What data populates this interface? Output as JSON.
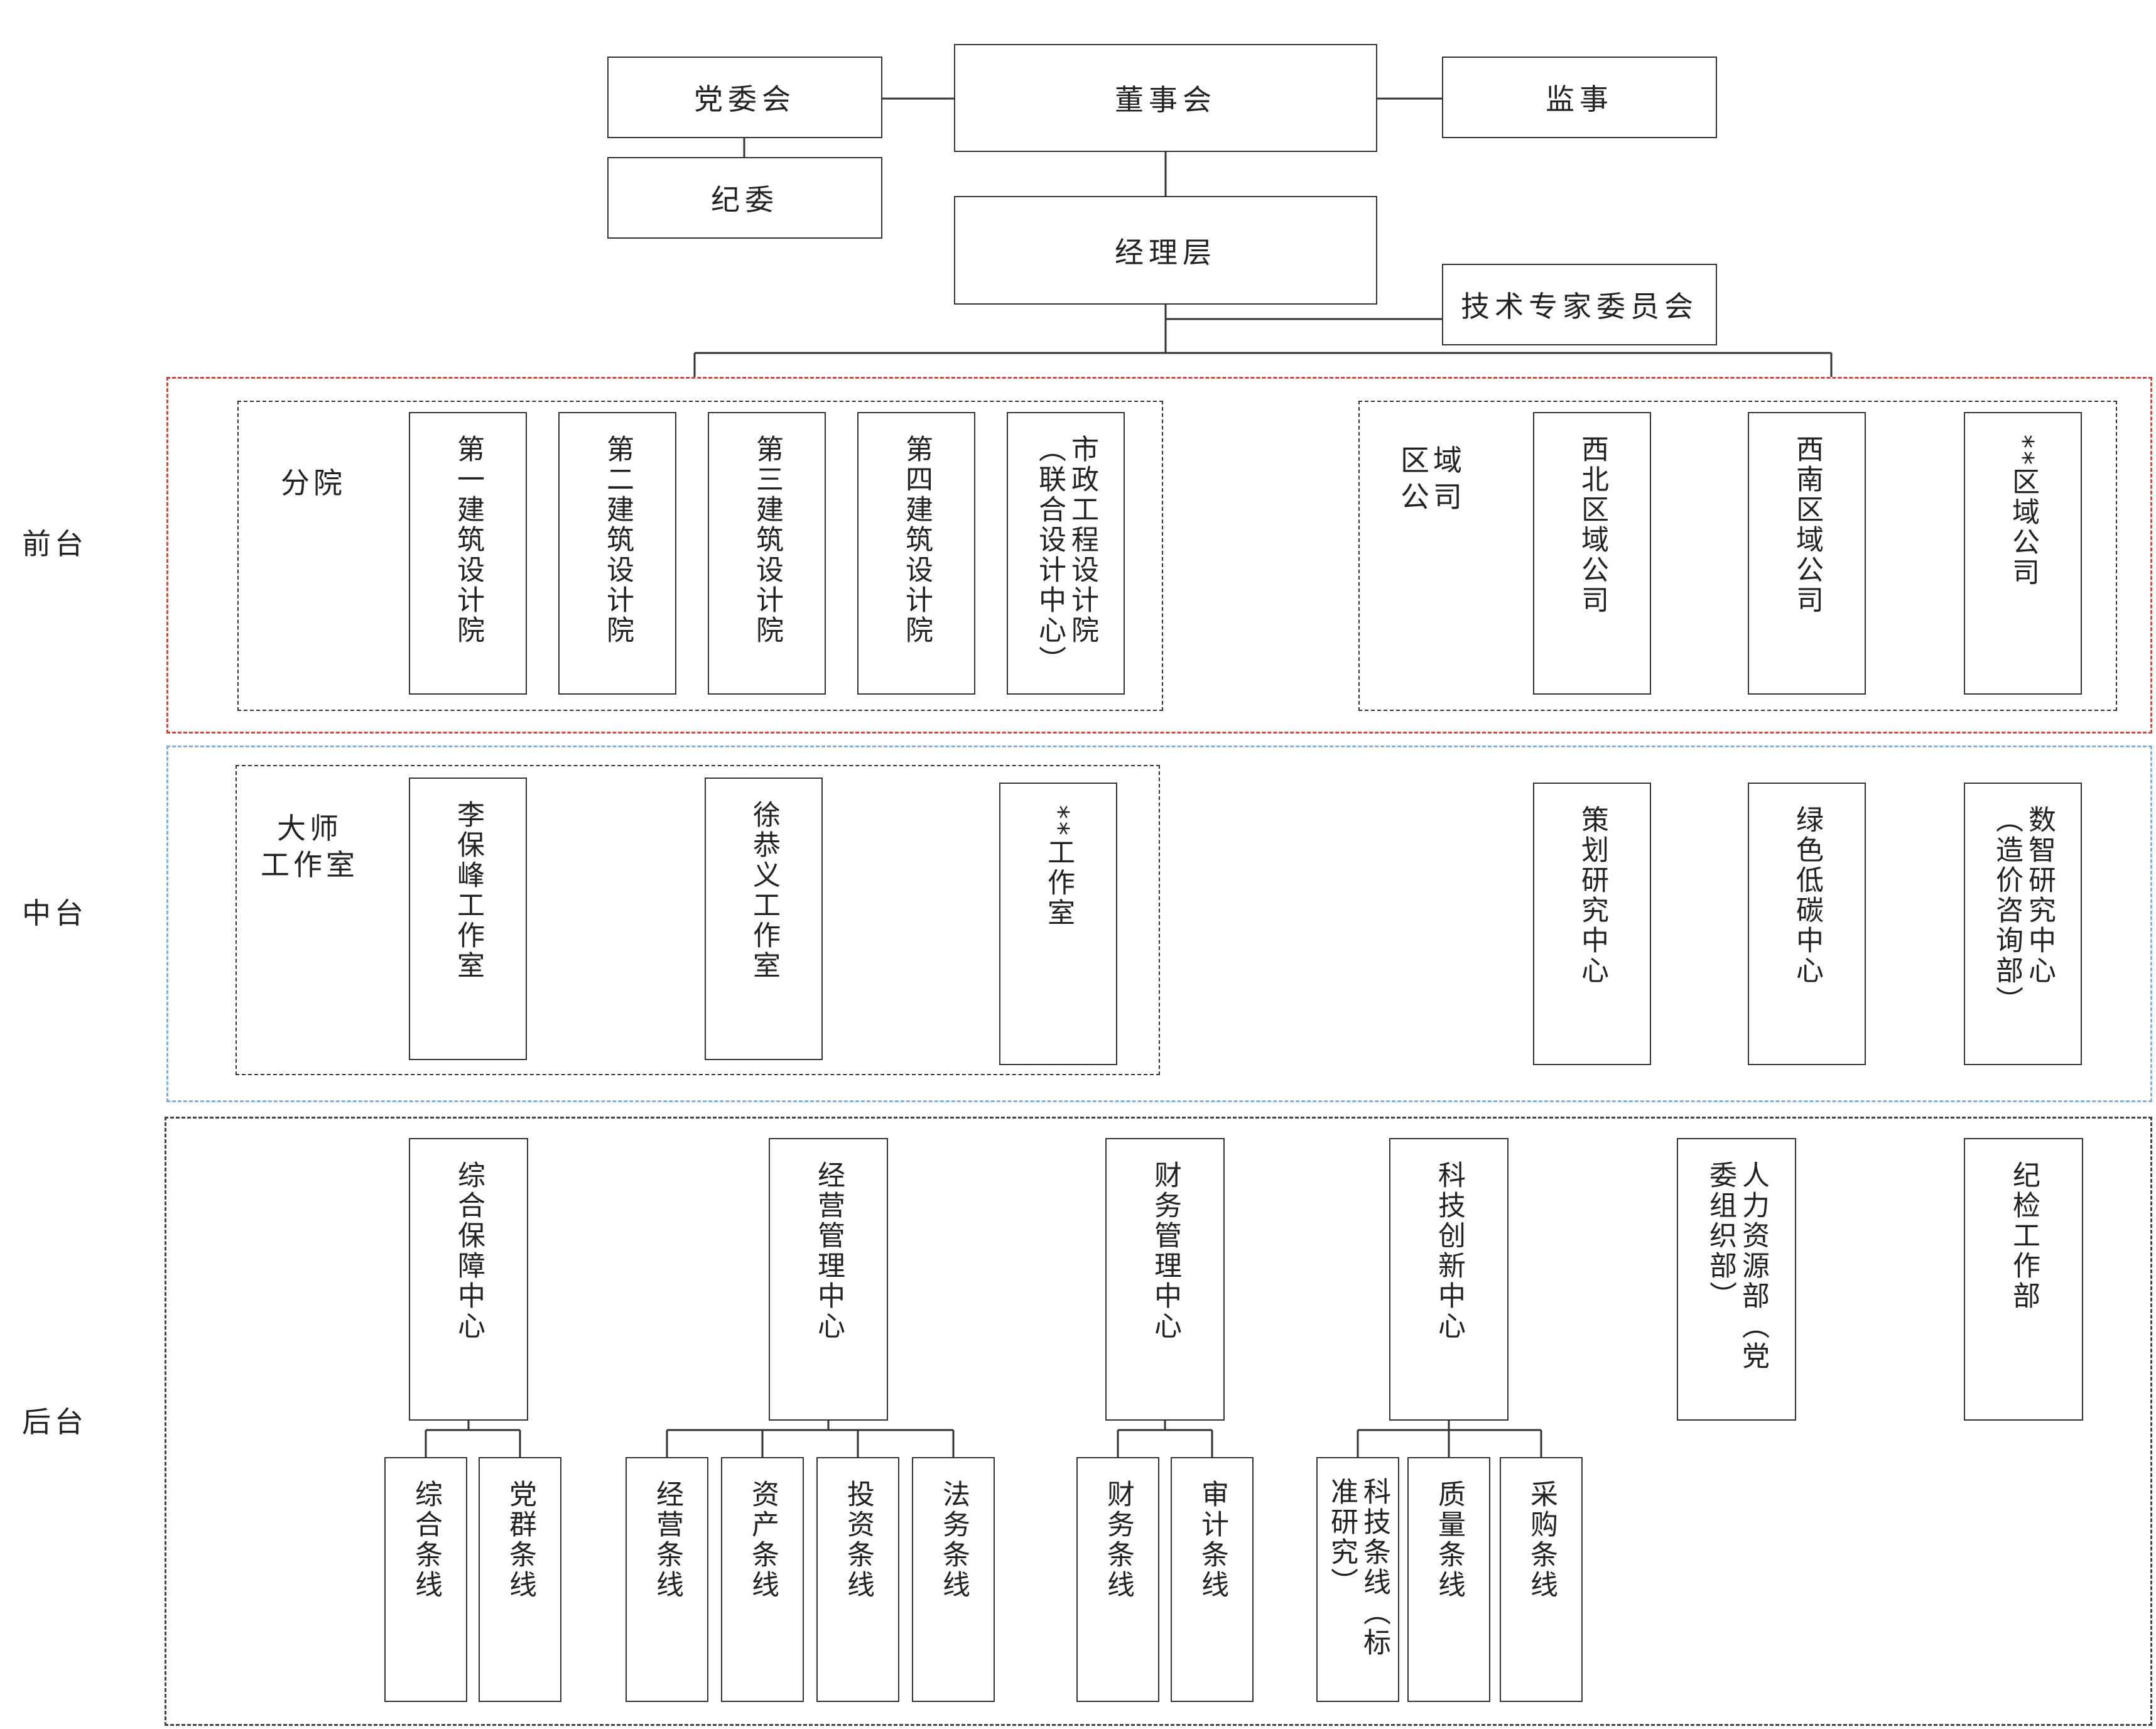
{
  "governance": {
    "party_committee": "党委会",
    "discipline_committee": "纪委",
    "board": "董事会",
    "supervisor": "监事",
    "management": "经理层",
    "tech_committee": "技术专家委员会"
  },
  "tiers": {
    "front": "前台",
    "middle": "中台",
    "back": "后台"
  },
  "front": {
    "branch_label": "分院",
    "branches": [
      "第一建筑设计院",
      "第二建筑设计院",
      "第三建筑设计院",
      "第四建筑设计院",
      "市政工程设计院（联合设计中心）"
    ],
    "region_label": "区域\n公司",
    "regions": [
      "西北区域公司",
      "西南区域公司",
      "**区域公司"
    ]
  },
  "middle": {
    "studio_label": "大师\n工作室",
    "studios": [
      "李保峰工作室",
      "徐恭义工作室",
      "**工作室"
    ],
    "centers": [
      "策划研究中心",
      "绿色低碳中心",
      "数智研究中心（造价咨询部）"
    ]
  },
  "back": {
    "centers": [
      "综合保障中心",
      "经营管理中心",
      "财务管理中心",
      "科技创新中心",
      "人力资源部（党委组织部）",
      "纪检工作部"
    ],
    "lines": {
      "general": [
        "综合条线",
        "党群条线"
      ],
      "business": [
        "经营条线",
        "资产条线",
        "投资条线",
        "法务条线"
      ],
      "finance": [
        "财务条线",
        "审计条线"
      ],
      "tech": [
        "科技条线（标准研究）",
        "质量条线",
        "采购条线"
      ]
    }
  },
  "colors": {
    "front_border": "#d9453f",
    "middle_border": "#7fb2dc",
    "back_border": "#444444",
    "line": "#333333"
  }
}
